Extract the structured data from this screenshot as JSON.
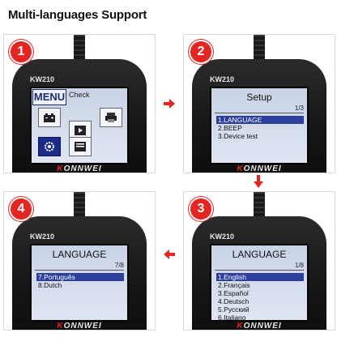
{
  "headline": "Multi-languages Support",
  "colors": {
    "accent": "#e52521",
    "selection": "#2d3f9c"
  },
  "panels": {
    "p1": {
      "step": "1",
      "model": "KW210",
      "brand_k": "K",
      "brand_rest": "ONNWEI",
      "menu": {
        "title": "MENU",
        "check": "Check"
      },
      "icons": [
        "battery-icon",
        "print-icon",
        "play-icon",
        "settings-icon",
        "document-icon"
      ]
    },
    "p2": {
      "step": "2",
      "model": "KW210",
      "brand_k": "K",
      "brand_rest": "ONNWEI",
      "title": "Setup",
      "pager": "1/3",
      "items": [
        "1.LANGUAGE",
        "2.BEEP",
        "3.Device  test"
      ]
    },
    "p3": {
      "step": "3",
      "model": "KW210",
      "brand_k": "K",
      "brand_rest": "ONNWEI",
      "title": "LANGUAGE",
      "pager": "1/8",
      "items": [
        "1.English",
        "2.Français",
        "3.Español",
        "4.Deutsch",
        "5.Русский",
        "6.Italiano"
      ]
    },
    "p4": {
      "step": "4",
      "model": "KW210",
      "brand_k": "K",
      "brand_rest": "ONNWEI",
      "title": "LANGUAGE",
      "pager": "7/8",
      "items": [
        "7.Português",
        "8.Dutch"
      ]
    }
  }
}
